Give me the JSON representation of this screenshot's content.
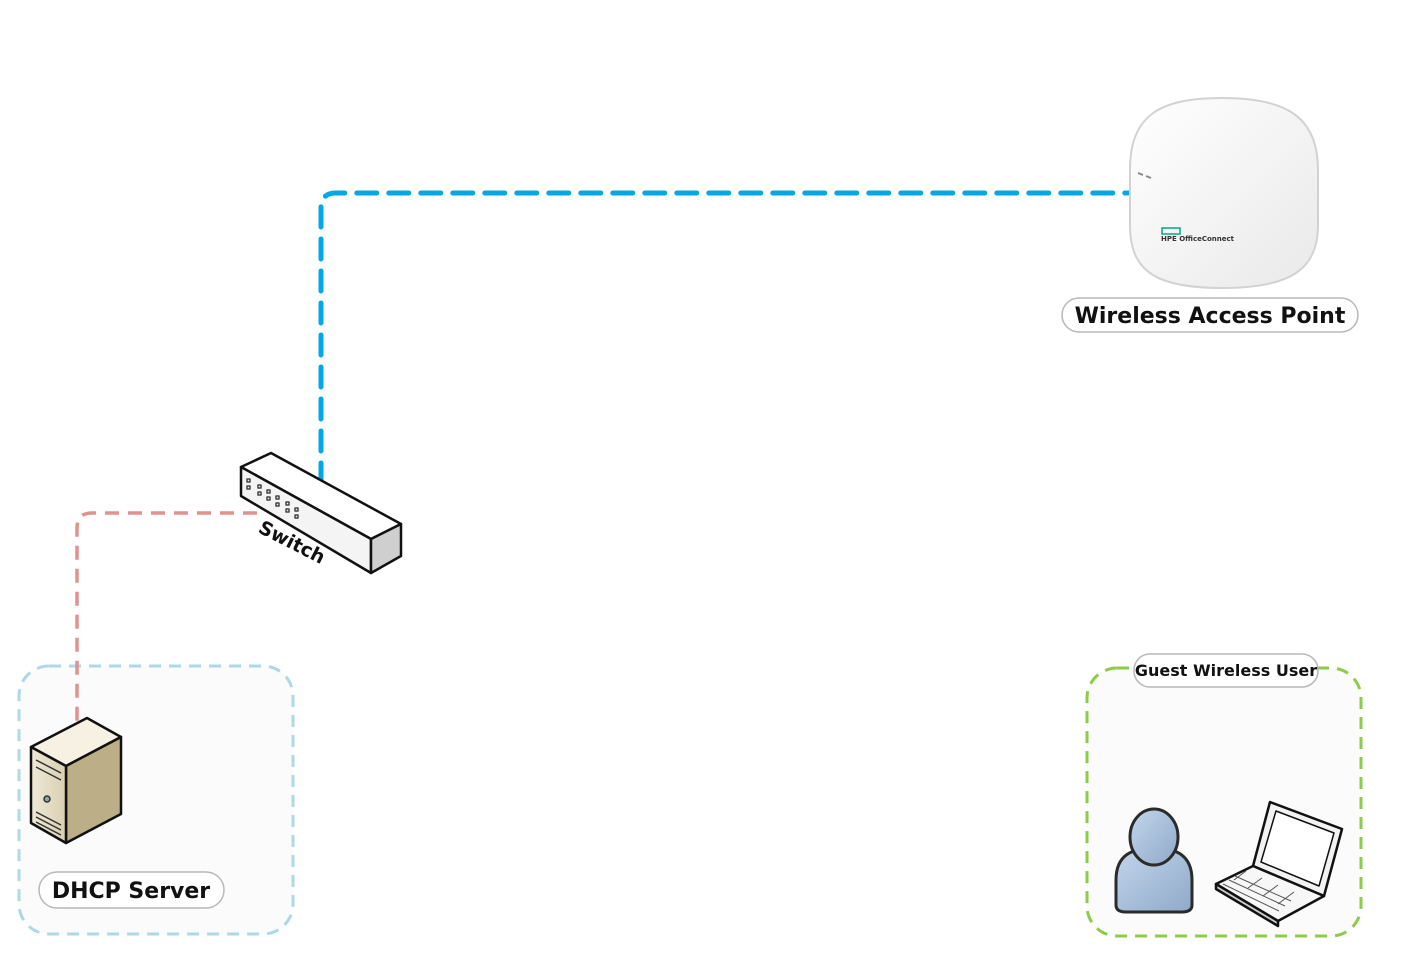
{
  "labels": {
    "access_point": "Wireless Access Point",
    "switch": "Switch",
    "dhcp_server": "DHCP Server",
    "guest_user": "Guest Wireless User",
    "ap_brand": "HPE OfficeConnect"
  },
  "colors": {
    "uplink_cable": "#00a8e8",
    "server_cable": "#e0928e",
    "server_zone": "#add8e6",
    "guest_zone": "#8ccc4a",
    "brand_green": "#01a982"
  }
}
